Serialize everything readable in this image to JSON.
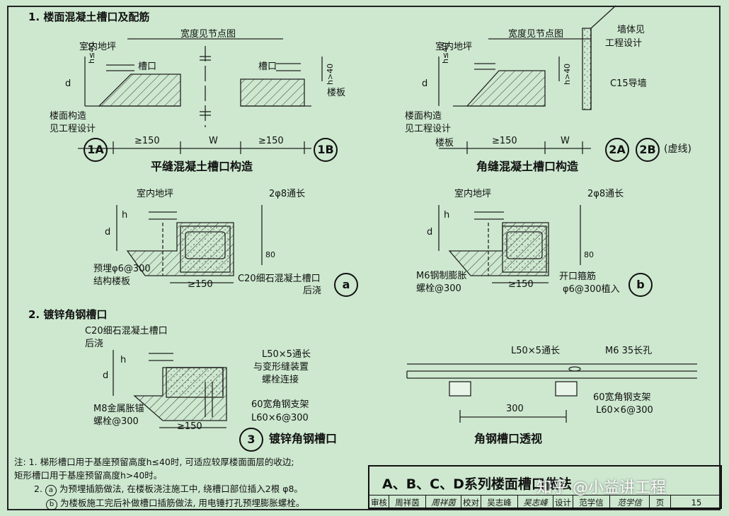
{
  "section1_title": "1. 楼面混凝土槽口及配筋",
  "section2_title": "2. 镀锌角钢槽口",
  "d1": {
    "width_note": "宽度见节点图",
    "indoor": "室内地坪",
    "slot": "槽口",
    "slot2": "槽口",
    "h_le_40": "h≤40",
    "h_gt_40": "h>40",
    "d": "d",
    "floor_slab": "楼板",
    "floor_structure_1": "楼面构造",
    "floor_structure_2": "见工程设计",
    "ge150_left": "≥150",
    "w": "W",
    "ge150_right": "≥150",
    "mark_left": "1A",
    "mark_right": "1B",
    "caption": "平缝混凝土槽口构造"
  },
  "d2": {
    "width_note": "宽度见节点图",
    "indoor": "室内地坪",
    "wall1": "墙体见",
    "wall2": "工程设计",
    "c15": "C15导墙",
    "h_le_40": "h≤40",
    "h_gt_40": "h>40",
    "d": "d",
    "floor_structure_1": "楼面构造",
    "floor_structure_2": "见工程设计",
    "floor_slab": "楼板",
    "ge150": "≥150",
    "w": "W",
    "mark_a": "2A",
    "mark_b": "2B",
    "dashed": "(虚线)",
    "caption": "角缝混凝土槽口构造"
  },
  "da": {
    "indoor": "室内地坪",
    "bar": "2φ8通长",
    "h": "h",
    "d": "d",
    "dim80": "80",
    "embedded": "预埋φ6@300",
    "slab": "结构楼板",
    "c20_1": "C20细石混凝土槽口",
    "c20_2": "后浇",
    "ge150": "≥150",
    "mark": "a"
  },
  "db": {
    "indoor": "室内地坪",
    "bar": "2φ8通长",
    "h": "h",
    "d": "d",
    "dim80": "80",
    "m6_1": "M6钢制膨胀",
    "m6_2": "螺栓@300",
    "open_1": "开口箍筋",
    "open_2": "φ6@300植入",
    "ge150": "≥150",
    "mark": "b"
  },
  "d3": {
    "c20_1": "C20细石混凝土槽口",
    "c20_2": "后浇",
    "h": "h",
    "d": "d",
    "l50_1": "L50×5通长",
    "l50_2": "与变形缝装置",
    "l50_3": "螺栓连接",
    "bracket_1": "60宽角钢支架",
    "bracket_2": "L60×6@300",
    "m8_1": "M8金属胀锚",
    "m8_2": "螺栓@300",
    "ge150": "≥150",
    "mark": "3",
    "caption": "镀锌角钢槽口"
  },
  "d4": {
    "l50": "L50×5通长",
    "m6": "M6  35长孔",
    "bracket_1": "60宽角钢支架",
    "bracket_2": "L60×6@300",
    "dim300": "300",
    "caption": "角钢槽口透视"
  },
  "notes": {
    "line1": "注: 1.  梯形槽口用于基座预留高度h≤40时, 可适应较厚楼面面层的收边;",
    "line2": "           矩形槽口用于基座预留高度h>40时。",
    "line3_a": "a",
    "line3": "为预埋插筋做法, 在楼板浇注施工中, 绕槽口部位插入2根 φ8。",
    "line4_b": "b",
    "line4": "为楼板施工完后补做槽口插筋做法, 用电锤打孔预埋膨胀螺栓。",
    "n2": "2."
  },
  "title_block": {
    "title": "A、B、C、D系列楼面槽口做法",
    "audit": "审核",
    "audit_name": "周祥茵",
    "audit_sig": "周祥茵",
    "check": "校对",
    "check_name": "吴志峰",
    "check_sig": "吴志峰",
    "design": "设计",
    "design_name": "范学信",
    "design_sig": "范学信",
    "page": "页",
    "page_no": "15"
  },
  "watermark": "知乎 @小益讲工程"
}
